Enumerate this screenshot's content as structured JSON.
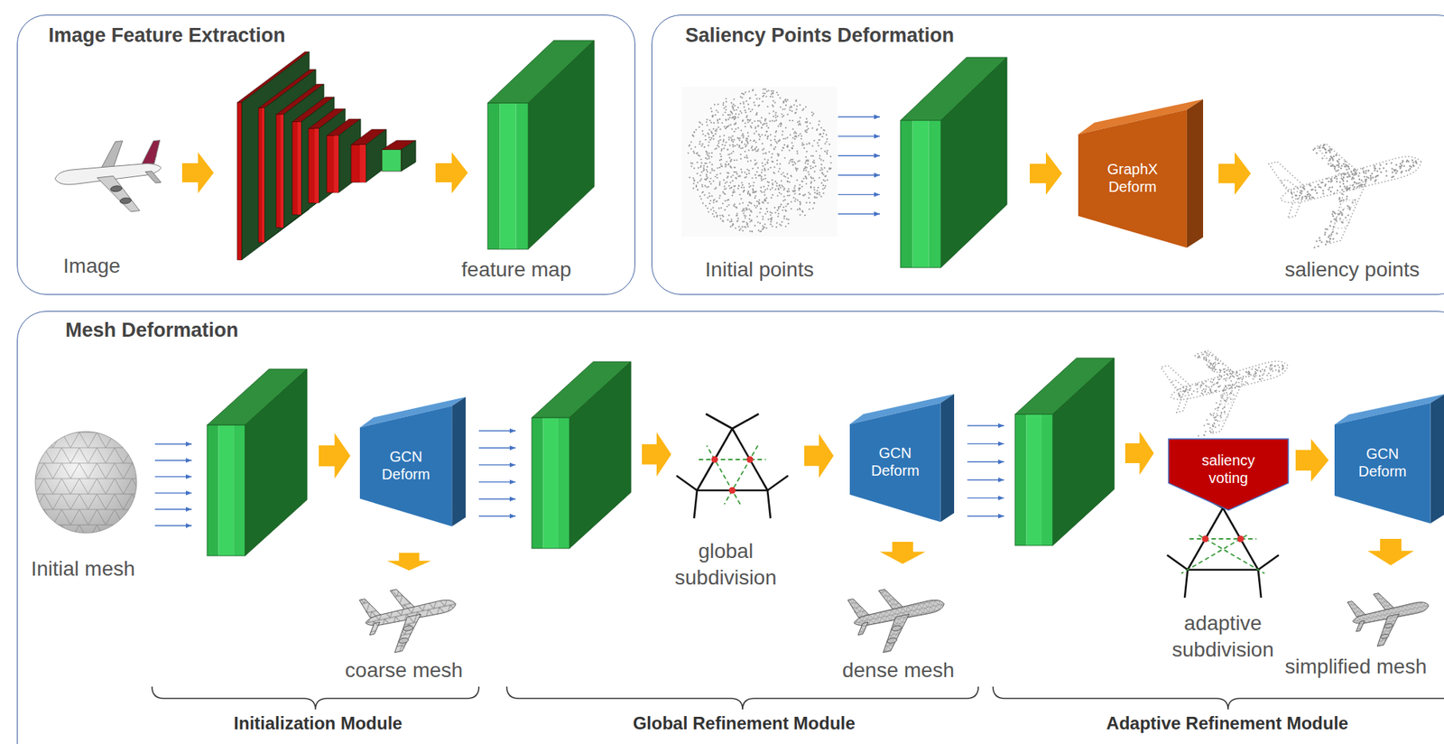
{
  "diagram": {
    "nodes": [
      {
        "text": [
          "Image Feature Extraction"
        ]
      },
      {
        "text": [
          "Saliency Points Deformation"
        ]
      },
      {
        "text": [
          "GraphX Deform"
        ],
        "in": 1
      },
      {
        "text": [
          "Mesh Deformation"
        ]
      },
      {
        "text": [
          "GCN Deform"
        ],
        "in": 3
      },
      {
        "text": [
          "GCN Deform"
        ],
        "in": 3
      },
      {
        "text": [
          "saliency voting"
        ],
        "in": 3
      },
      {
        "text": [
          "GCN Deform"
        ],
        "in": 3
      }
    ],
    "edges": [
      {
        "from": 6,
        "to": 7,
        "arrow": "to"
      }
    ],
    "labels": [
      "Image",
      "feature map",
      "Initial points",
      "saliency points",
      "Initial mesh",
      "coarse mesh",
      "global subdivision",
      "dense mesh",
      "adaptive subdivision",
      "simplified mesh",
      "Initialization Module",
      "Global Refinement Module",
      "Adaptive Refinement Module"
    ]
  }
}
